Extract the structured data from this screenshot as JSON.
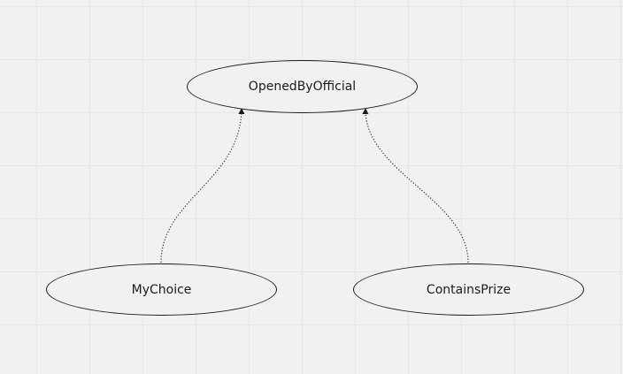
{
  "diagram": {
    "background_color": "#f1f1f1",
    "grid_color": "#e6e6e6",
    "node_border_color": "#1a1a1a",
    "edge_style": "dotted",
    "nodes": [
      {
        "id": "opened",
        "label": "OpenedByOfficial"
      },
      {
        "id": "mychoice",
        "label": "MyChoice"
      },
      {
        "id": "prize",
        "label": "ContainsPrize"
      }
    ],
    "edges": [
      {
        "from": "mychoice",
        "to": "opened"
      },
      {
        "from": "prize",
        "to": "opened"
      }
    ]
  }
}
